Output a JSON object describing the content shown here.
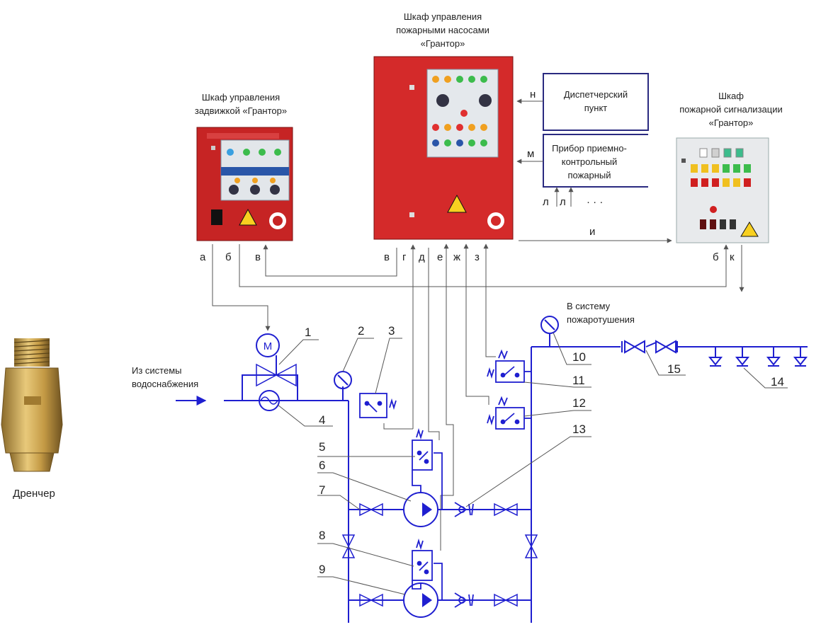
{
  "captions": {
    "pump_cabinet": [
      "Шкаф управления",
      "пожарными насосами",
      "«Грантор»"
    ],
    "valve_cabinet": [
      "Шкаф управления",
      "задвижкой «Грантор»"
    ],
    "alarm_cabinet": [
      "Шкаф",
      "пожарной сигнализации",
      "«Грантор»"
    ],
    "dispatch": [
      "Диспетчерский",
      "пункт"
    ],
    "detector": [
      "Прибор приемно-",
      "контрольный",
      "пожарный"
    ],
    "water_in": [
      "Из системы",
      "водоснабжения"
    ],
    "to_system": [
      "В систему",
      "пожаротушения"
    ],
    "drencher": "Дренчер"
  },
  "letters": {
    "a": "а",
    "b": "б",
    "v": "в",
    "g": "г",
    "d": "д",
    "e": "е",
    "zh": "ж",
    "z": "з",
    "i": "и",
    "k": "к",
    "l": "л",
    "m": "м",
    "n": "н",
    "dots": "· · ·"
  },
  "numbers": [
    "1",
    "2",
    "3",
    "4",
    "5",
    "6",
    "7",
    "8",
    "9",
    "10",
    "11",
    "12",
    "13",
    "14",
    "15"
  ]
}
